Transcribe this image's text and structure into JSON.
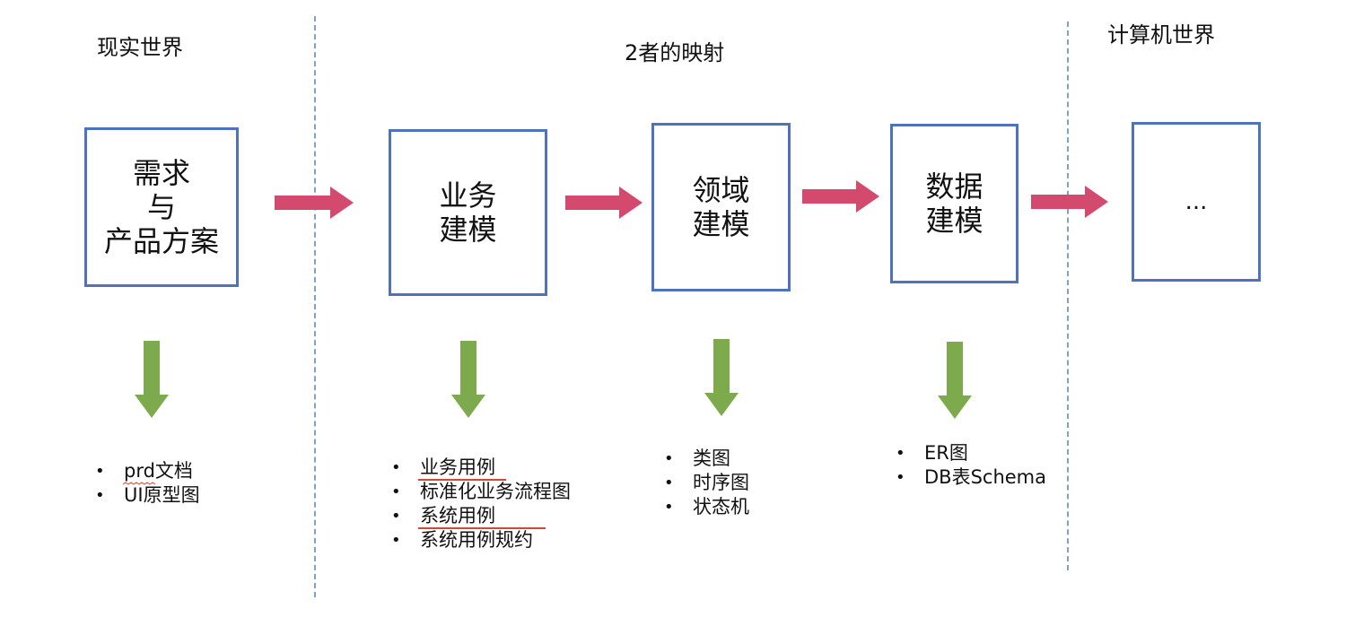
{
  "sections": {
    "real_world": "现实世界",
    "mapping": "2者的映射",
    "computer_world": "计算机世界"
  },
  "boxes": {
    "requirements": [
      "需求",
      "与",
      "产品方案"
    ],
    "business_modeling": [
      "业务",
      "建模"
    ],
    "domain_modeling": [
      "领域",
      "建模"
    ],
    "data_modeling": [
      "数据",
      "建模"
    ],
    "more": [
      "..."
    ]
  },
  "outputs": {
    "requirements": [
      "prd文档",
      "UI原型图"
    ],
    "business_modeling": [
      "业务用例",
      "标准化业务流程图",
      "系统用例",
      "系统用例规约"
    ],
    "domain_modeling": [
      "类图",
      "时序图",
      "状态机"
    ],
    "data_modeling": [
      "ER图",
      "DB表Schema"
    ]
  },
  "colors": {
    "box_border": "#4f72bd",
    "flow_arrow": "#d44a6e",
    "down_arrow": "#7eaa4e",
    "divider": "#7ea2c9",
    "underline": "#d04a2b"
  }
}
